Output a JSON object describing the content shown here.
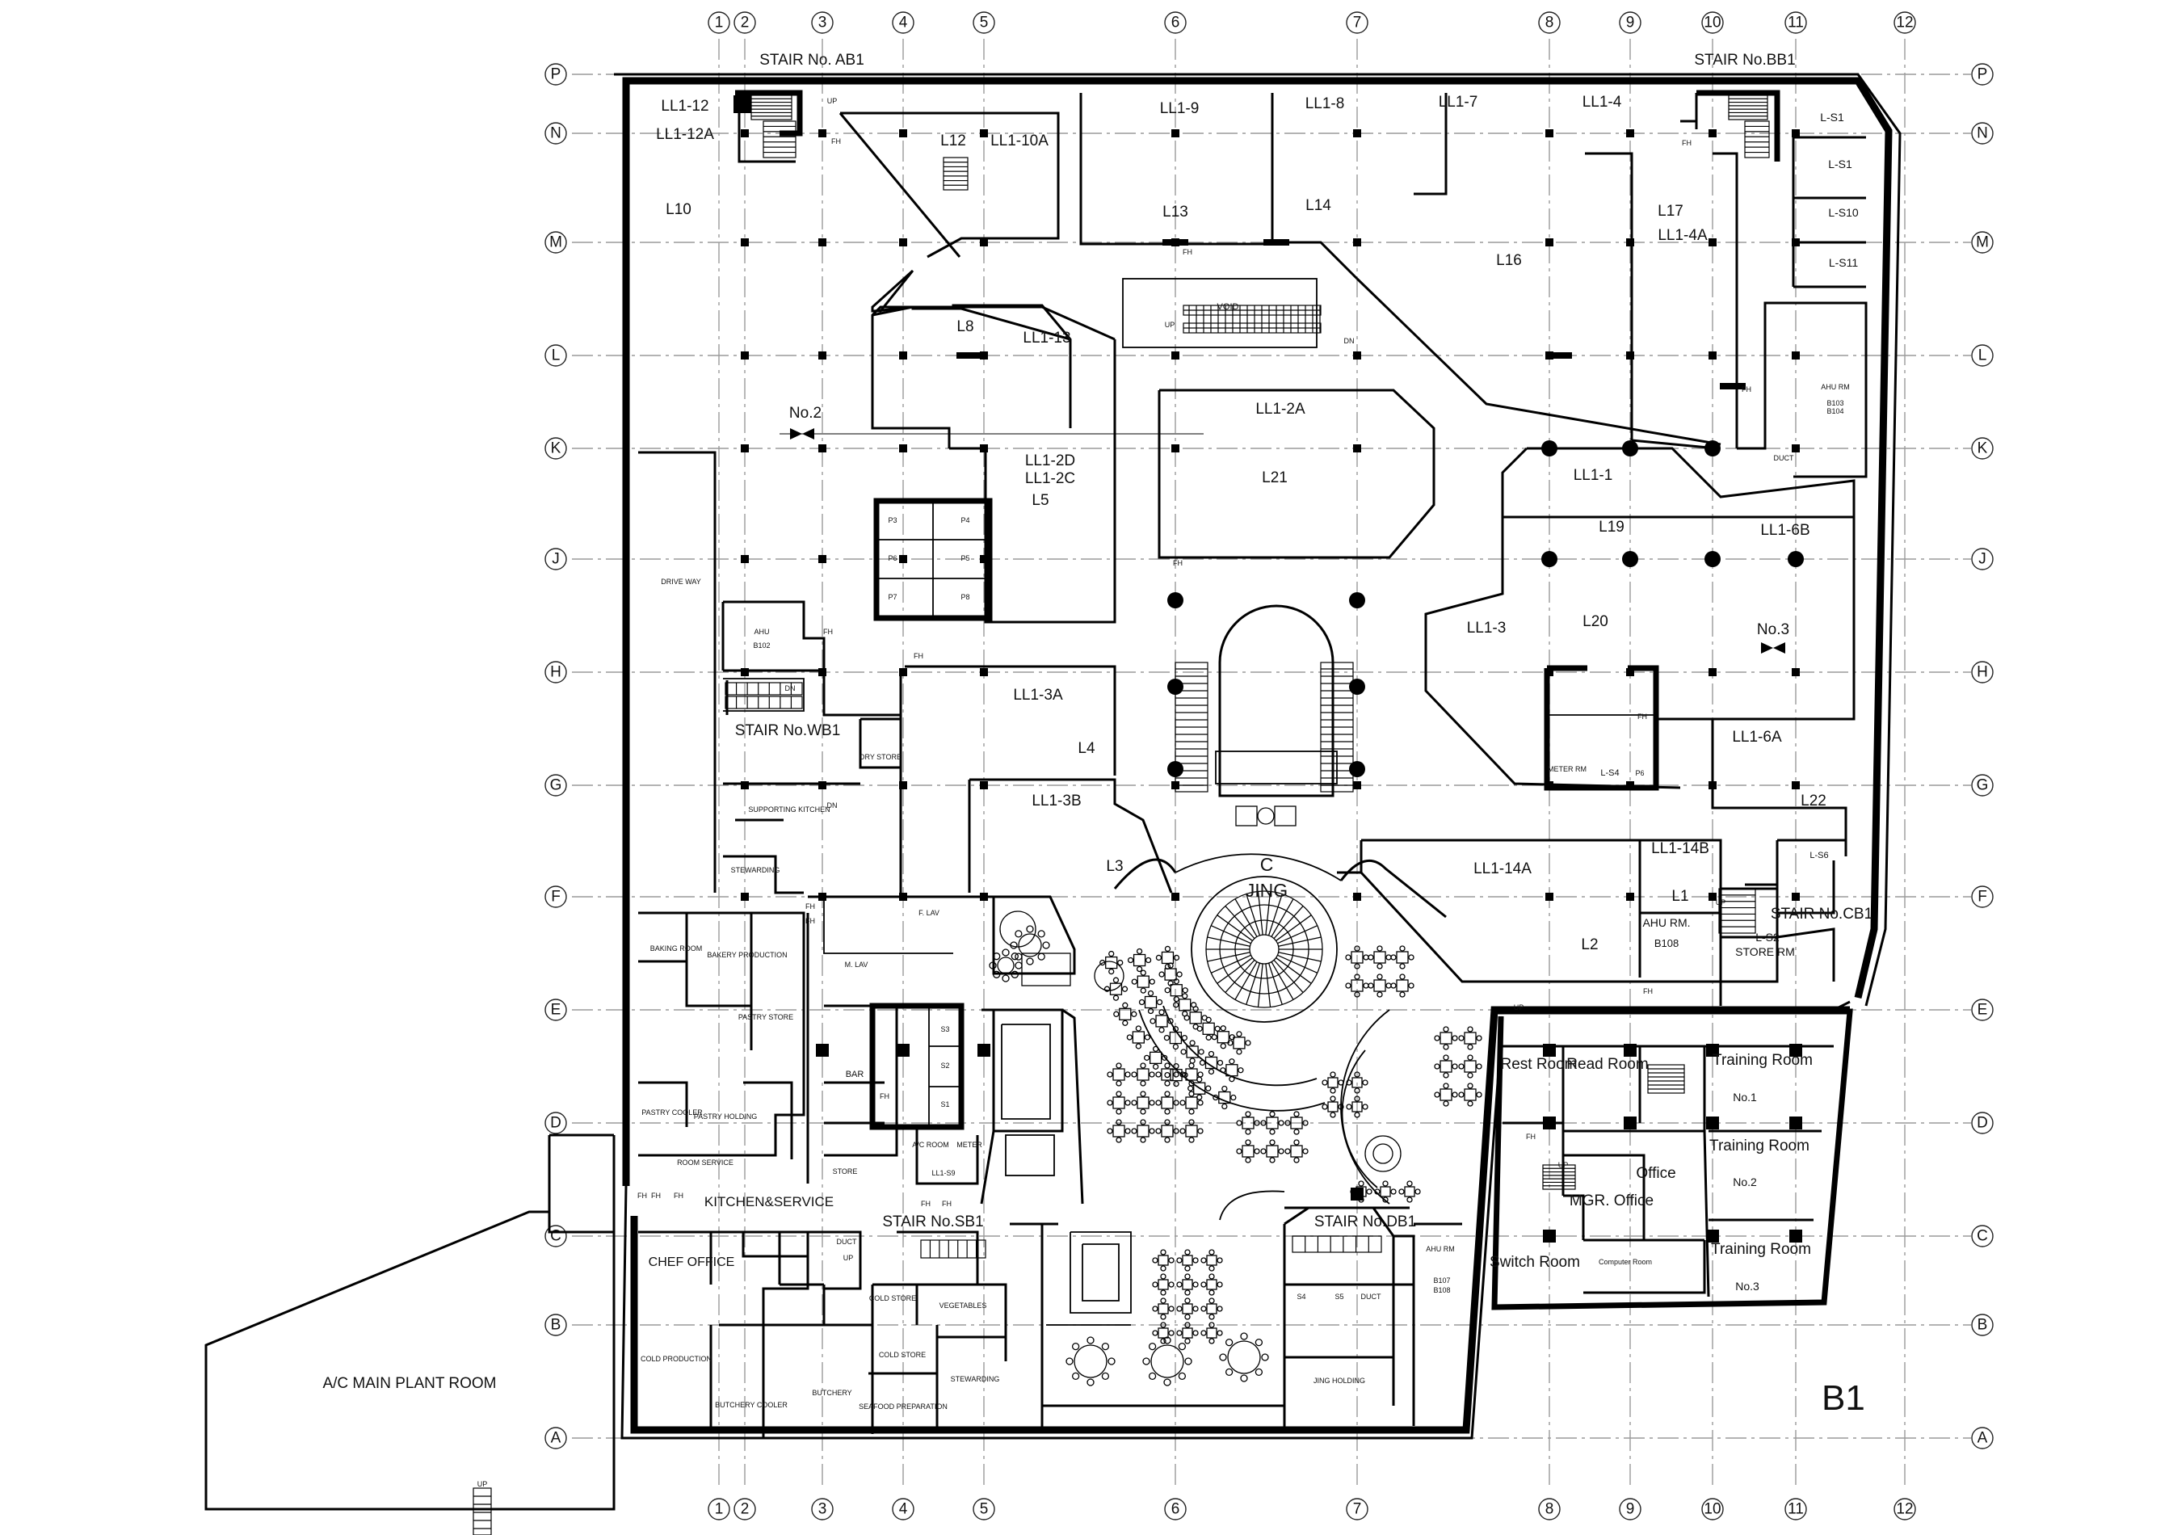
{
  "grid": {
    "columns": [
      "1",
      "2",
      "3",
      "4",
      "5",
      "6",
      "7",
      "8",
      "9",
      "10",
      "11",
      "12"
    ],
    "rows": [
      "P",
      "N",
      "M",
      "L",
      "K",
      "J",
      "H",
      "G",
      "F",
      "E",
      "D",
      "C",
      "B",
      "A"
    ]
  },
  "stairs": {
    "ab1": "STAIR No. AB1",
    "bb1": "STAIR No.BB1",
    "wb1": "STAIR No.WB1",
    "sb1": "STAIR No.SB1",
    "db1": "STAIR No.DB1",
    "cb1": "STAIR No.CB1"
  },
  "sections": {
    "no2": "No.2",
    "no3": "No.3"
  },
  "rooms": {
    "ll1_12": "LL1-12",
    "ll1_12a": "LL1-12A",
    "l10": "L10",
    "l12": "L12",
    "ll1_10a": "LL1-10A",
    "ll1_9": "LL1-9",
    "l13": "L13",
    "ll1_8": "LL1-8",
    "l14": "L14",
    "ll1_7": "LL1-7",
    "l16": "L16",
    "ll1_4": "LL1-4",
    "l17": "L17",
    "ll1_4a": "LL1-4A",
    "l_s1a": "L-S1",
    "l_s1b": "L-S1",
    "l_s10": "L-S10",
    "l_s11": "L-S11",
    "l8": "L8",
    "ll1_13": "LL1-13",
    "void": "VOID",
    "ll1_2a": "LL1-2A",
    "l21": "L21",
    "ll1_2d": "LL1-2D",
    "ll1_2c": "LL1-2C",
    "l5": "L5",
    "ll1_1": "LL1-1",
    "l19": "L19",
    "ll1_6b": "LL1-6B",
    "ahu_rm_b103": "AHU RM",
    "b103": "B103",
    "b104": "B104",
    "duct_k": "DUCT",
    "drive_way": "DRIVE WAY",
    "ahu_b102": "AHU",
    "b102": "B102",
    "ll1_3": "LL1-3",
    "l20": "L20",
    "ll1_3a": "LL1-3A",
    "l4": "L4",
    "dry_store": "DRY STORE",
    "meter_rm": "METER RM",
    "l_s4": "L-S4",
    "p6": "P6",
    "ll1_6a": "LL1-6A",
    "l22": "L22",
    "supporting_kitchen": "SUPPORTING KITCHEN",
    "ll1_3b": "LL1-3B",
    "l3": "L3",
    "ll1_14a": "LL1-14A",
    "ll1_14b": "LL1-14B",
    "l_s6": "L-S6",
    "stewarding_f": "STEWARDING",
    "jing": "JING",
    "f_lav": "F. LAV",
    "m_lav": "M. LAV",
    "l1": "L1",
    "l2": "L2",
    "ahu_rm_b108": "AHU RM.",
    "b108": "B108",
    "l_s2": "L-S2",
    "store_rm": "STORE RM",
    "baking_room": "BAKING ROOM",
    "bakery_production": "BAKERY PRODUCTION",
    "pastry_store": "PASTRY STORE",
    "rest_room": "Rest Room",
    "read_room": "Read Room",
    "training_1": "Training Room",
    "training_1_no": "No.1",
    "bar": "BAR",
    "pastry_cooler": "PASTRY COOLER",
    "pastry_holding": "PASTRY HOLDING",
    "room_service": "ROOM SERVICE",
    "store_d": "STORE",
    "ac_room": "A/C ROOM",
    "meter_d": "METER",
    "ll1_s9": "LL1-S9",
    "office": "Office",
    "training_2": "Training Room",
    "training_2_no": "No.2",
    "kitchen_service": "KITCHEN&SERVICE",
    "mgr_office": "MGR. Office",
    "chef_office": "CHEF   OFFICE",
    "duct_c": "DUCT",
    "switch_room": "Switch Room",
    "computer_room": "Computer Room",
    "training_3": "Training Room",
    "training_3_no": "No.3",
    "ahu_rm_b107": "AHU RM",
    "b107": "B107",
    "b108b": "B108",
    "cold_store_1": "COLD STORE",
    "vegetables": "VEGETABLES",
    "cold_production": "COLD PRODUCTION",
    "cold_store_2": "COLD STORE",
    "butchery": "BUTCHERY",
    "butchery_cooler": "BUTCHERY COOLER",
    "seafood_preparation": "SEAFOOD PREPARATION",
    "stewarding_b": "STEWARDING",
    "jing_holding": "JING HOLDING",
    "ac_main_plant": "A/C MAIN PLANT ROOM",
    "s4": "S4",
    "s5": "S5",
    "duct_db1": "DUCT",
    "s3": "S3",
    "s2": "S2",
    "s1": "S1",
    "p3": "P3",
    "p4": "P4",
    "p5": "P5",
    "p6b": "P6",
    "p7": "P7",
    "p8": "P8"
  },
  "marks": {
    "fh": "FH",
    "up": "UP",
    "dn": "DN"
  },
  "floor_label": "B1"
}
